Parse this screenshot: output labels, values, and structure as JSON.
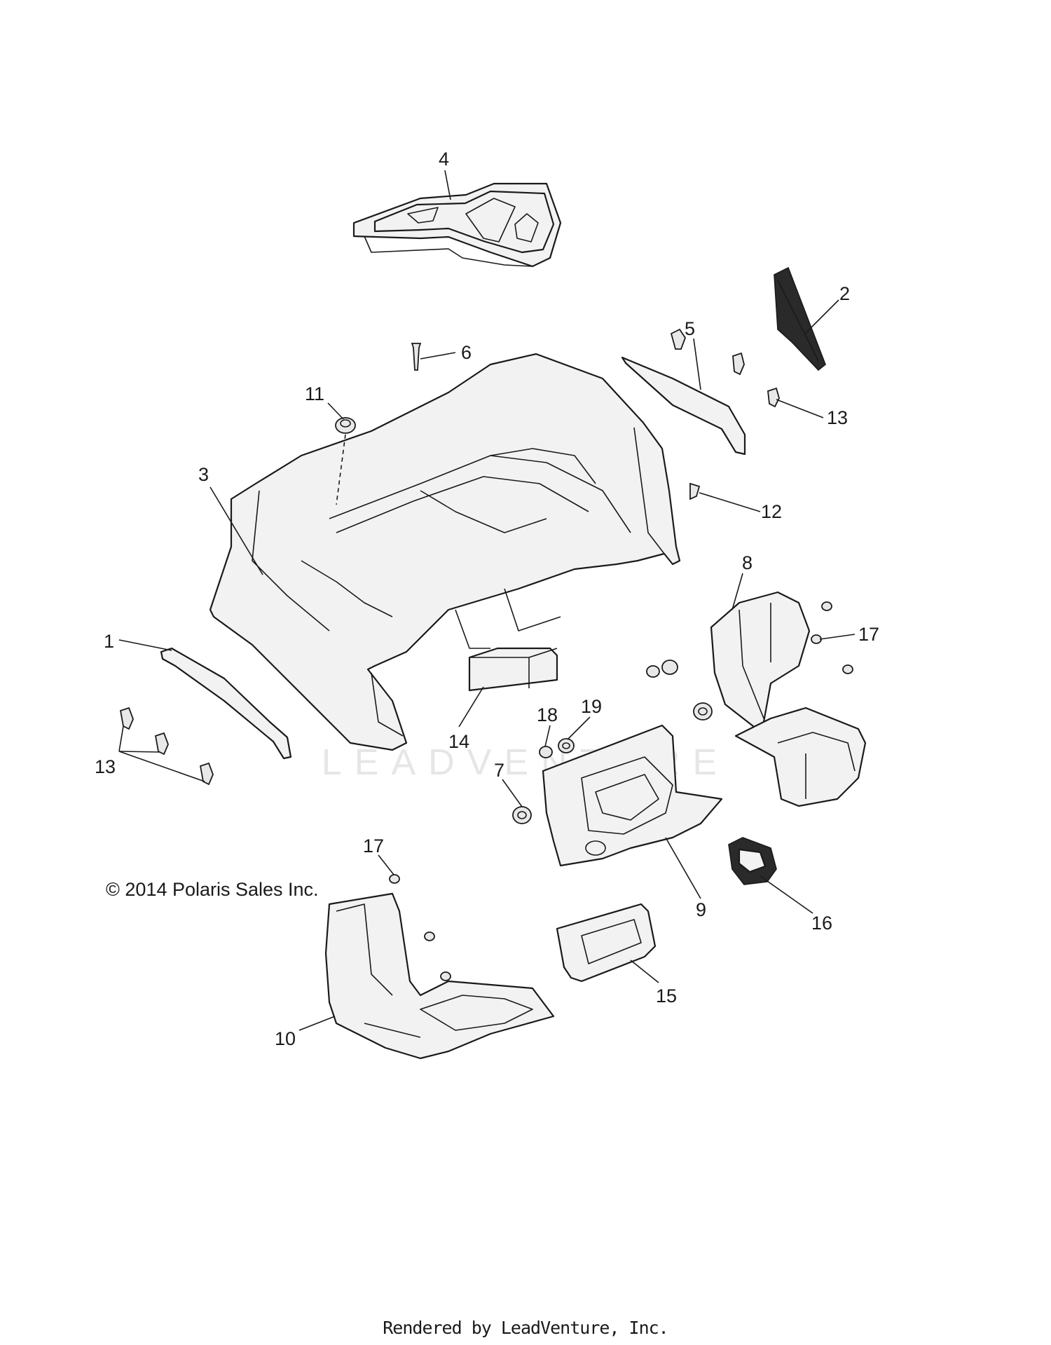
{
  "diagram": {
    "callouts": [
      {
        "id": "c1",
        "label": "1"
      },
      {
        "id": "c2",
        "label": "2"
      },
      {
        "id": "c3",
        "label": "3"
      },
      {
        "id": "c4",
        "label": "4"
      },
      {
        "id": "c5",
        "label": "5"
      },
      {
        "id": "c6",
        "label": "6"
      },
      {
        "id": "c7",
        "label": "7"
      },
      {
        "id": "c8",
        "label": "8"
      },
      {
        "id": "c9",
        "label": "9"
      },
      {
        "id": "c10",
        "label": "10"
      },
      {
        "id": "c11",
        "label": "11"
      },
      {
        "id": "c12",
        "label": "12"
      },
      {
        "id": "c13a",
        "label": "13"
      },
      {
        "id": "c13b",
        "label": "13"
      },
      {
        "id": "c14",
        "label": "14"
      },
      {
        "id": "c15",
        "label": "15"
      },
      {
        "id": "c16",
        "label": "16"
      },
      {
        "id": "c17a",
        "label": "17"
      },
      {
        "id": "c17b",
        "label": "17"
      },
      {
        "id": "c18",
        "label": "18"
      },
      {
        "id": "c19",
        "label": "19"
      }
    ],
    "copyright": "© 2014 Polaris Sales Inc.",
    "watermark": "LEADVENTURE"
  },
  "footer": {
    "text": "Rendered by LeadVenture, Inc."
  }
}
